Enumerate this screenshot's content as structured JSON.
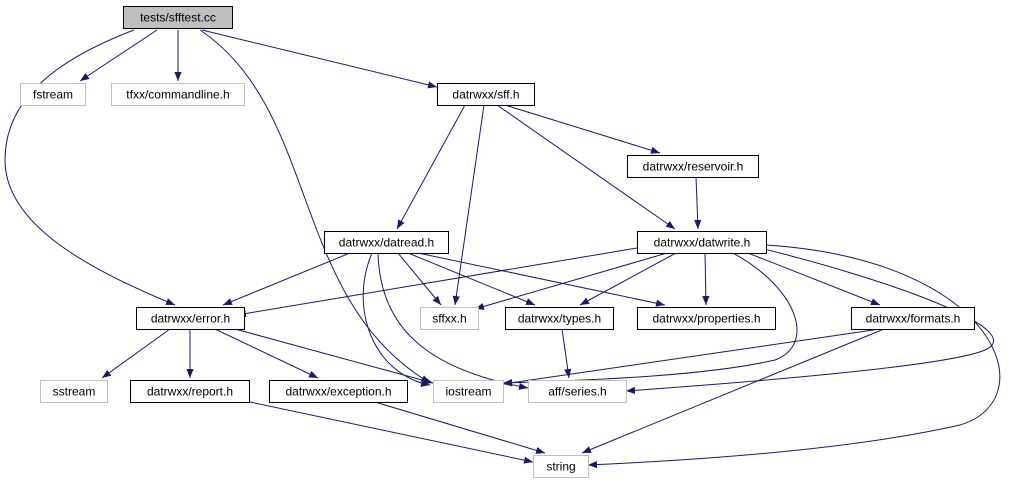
{
  "colors": {
    "edge": "#191970",
    "root_fill": "#bfbfbf",
    "local_border": "#000000",
    "system_border": "#bfbfbf"
  },
  "nodes": [
    {
      "id": "sfftest",
      "label": "tests/sfftest.cc",
      "kind": "root"
    },
    {
      "id": "fstream",
      "label": "fstream",
      "kind": "system"
    },
    {
      "id": "commandline",
      "label": "tfxx/commandline.h",
      "kind": "system"
    },
    {
      "id": "sff",
      "label": "datrwxx/sff.h",
      "kind": "local"
    },
    {
      "id": "reservoir",
      "label": "datrwxx/reservoir.h",
      "kind": "local"
    },
    {
      "id": "datread",
      "label": "datrwxx/datread.h",
      "kind": "local"
    },
    {
      "id": "datwrite",
      "label": "datrwxx/datwrite.h",
      "kind": "local"
    },
    {
      "id": "error",
      "label": "datrwxx/error.h",
      "kind": "local"
    },
    {
      "id": "sffxx",
      "label": "sffxx.h",
      "kind": "system"
    },
    {
      "id": "types",
      "label": "datrwxx/types.h",
      "kind": "local"
    },
    {
      "id": "properties",
      "label": "datrwxx/properties.h",
      "kind": "local"
    },
    {
      "id": "formats",
      "label": "datrwxx/formats.h",
      "kind": "local"
    },
    {
      "id": "sstream",
      "label": "sstream",
      "kind": "system"
    },
    {
      "id": "report",
      "label": "datrwxx/report.h",
      "kind": "local"
    },
    {
      "id": "exception",
      "label": "datrwxx/exception.h",
      "kind": "local"
    },
    {
      "id": "iostream",
      "label": "iostream",
      "kind": "system"
    },
    {
      "id": "series",
      "label": "aff/series.h",
      "kind": "system"
    },
    {
      "id": "string",
      "label": "string",
      "kind": "system"
    }
  ],
  "edges": [
    [
      "sfftest",
      "fstream"
    ],
    [
      "sfftest",
      "commandline"
    ],
    [
      "sfftest",
      "sff"
    ],
    [
      "sfftest",
      "error"
    ],
    [
      "sfftest",
      "iostream"
    ],
    [
      "sff",
      "reservoir"
    ],
    [
      "sff",
      "datread"
    ],
    [
      "sff",
      "datwrite"
    ],
    [
      "sff",
      "sffxx"
    ],
    [
      "reservoir",
      "datwrite"
    ],
    [
      "datread",
      "error"
    ],
    [
      "datread",
      "sffxx"
    ],
    [
      "datread",
      "types"
    ],
    [
      "datread",
      "properties"
    ],
    [
      "datread",
      "iostream"
    ],
    [
      "datread",
      "series"
    ],
    [
      "datwrite",
      "error"
    ],
    [
      "datwrite",
      "sffxx"
    ],
    [
      "datwrite",
      "types"
    ],
    [
      "datwrite",
      "properties"
    ],
    [
      "datwrite",
      "formats"
    ],
    [
      "datwrite",
      "iostream"
    ],
    [
      "datwrite",
      "series"
    ],
    [
      "datwrite",
      "string"
    ],
    [
      "error",
      "sstream"
    ],
    [
      "error",
      "report"
    ],
    [
      "error",
      "exception"
    ],
    [
      "error",
      "iostream"
    ],
    [
      "types",
      "series"
    ],
    [
      "formats",
      "iostream"
    ],
    [
      "formats",
      "string"
    ],
    [
      "report",
      "string"
    ],
    [
      "exception",
      "string"
    ]
  ]
}
